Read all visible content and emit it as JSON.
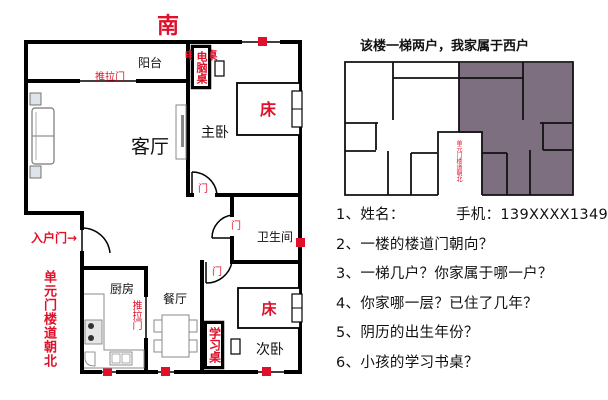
{
  "direction_label": "南",
  "floor_plan": {
    "rooms": {
      "balcony": "阳台",
      "living_room": "客厅",
      "master_bedroom": "主卧",
      "bathroom": "卫生间",
      "kitchen": "厨房",
      "dining_room": "餐厅",
      "second_bedroom": "次卧"
    },
    "furniture": {
      "computer_desk": "电脑桌",
      "bed_master": "床",
      "bed_second": "床",
      "study_desk": "学习桌"
    },
    "labels": {
      "sliding_door_balcony": "推拉门",
      "sliding_door_kitchen": "推拉门",
      "door_master": "门",
      "door_bath": "门",
      "door_second": "门",
      "entrance_door": "入户门→",
      "stairwell_note": "单元门楼道朝北"
    },
    "colors": {
      "accent_red": "#e0102a",
      "east_unit_shade": "#7d6f80"
    }
  },
  "building_diagram": {
    "title": "该楼一梯两户，我家属于西户",
    "stairwell_label": "单元门楼道朝北"
  },
  "questions": [
    {
      "text": "1、姓名：",
      "extra": "手机：139XXXX1349"
    },
    {
      "text": "2、一楼的楼道门朝向？"
    },
    {
      "text": "3、一梯几户？你家属于哪一户？"
    },
    {
      "text": "4、你家哪一层？已住了几年？"
    },
    {
      "text": "5、阴历的出生年份？"
    },
    {
      "text": "6、小孩的学习书桌？"
    }
  ]
}
